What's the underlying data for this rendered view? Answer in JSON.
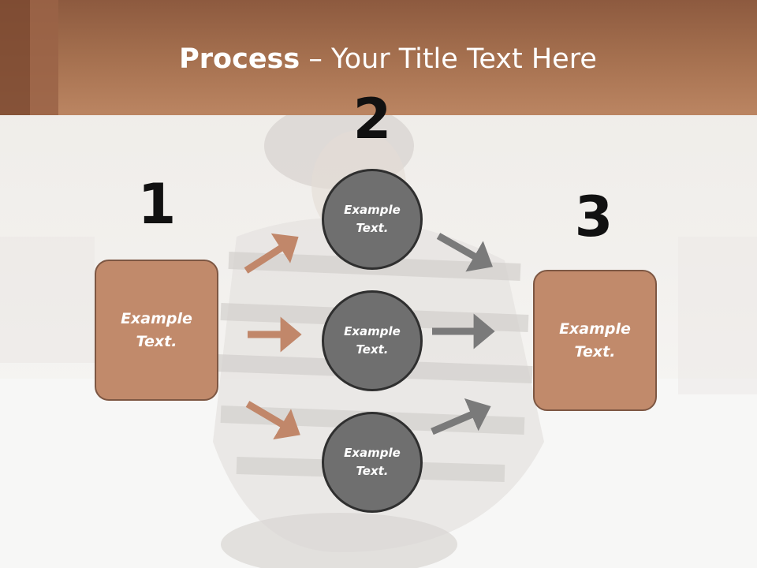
{
  "header": {
    "title_bold": "Process",
    "title_rest": " – Your Title Text Here"
  },
  "steps": [
    {
      "number": "1",
      "text": "Example\nText."
    },
    {
      "number": "2",
      "nodes": [
        "Example\nText.",
        "Example\nText.",
        "Example\nText."
      ]
    },
    {
      "number": "3",
      "text": "Example\nText."
    }
  ],
  "colors": {
    "header": "#b07a58",
    "box_fill": "#c18a6b",
    "box_border": "#7d5743",
    "circle_fill": "#6f6f6f",
    "circle_border": "#2f2f2f",
    "arrow_in": "#c1876a",
    "arrow_out": "#7a7a7a"
  }
}
